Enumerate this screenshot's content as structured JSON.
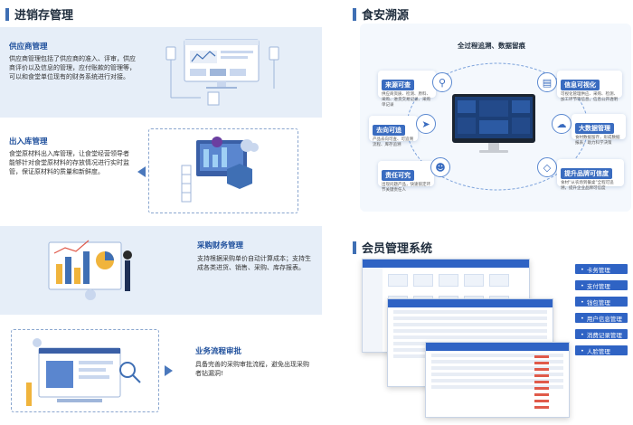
{
  "left_header": {
    "title": "进销存管理"
  },
  "right_header_trace": {
    "title": "食安溯源"
  },
  "right_header_member": {
    "title": "会员管理系统"
  },
  "supplier": {
    "title": "供应商管理",
    "text": "供应商管理包括了供应商的准入、评审，供应商评价以及信息的管理，应付账款的管理等，可以和食堂单位现有的财务系统进行对接。"
  },
  "warehouse": {
    "title": "出入库管理",
    "text": "食堂原材料出入库管理，让食堂经营领导者能够针对食堂原材料的存放情况进行实时监管，保证原材料的质量和新鲜度。"
  },
  "purchase_finance": {
    "title": "采购财务管理",
    "text": "支持根据采购单价自动计算成本；支持生成各类进货、销售、采购、库存报表。"
  },
  "approval": {
    "title": "业务流程审批",
    "text": "具备完善的采购审批流程，避免出现采购者钻漏洞!"
  },
  "trace": {
    "subtitle": "全过程追溯、数据留痕",
    "nodes": [
      {
        "title": "来源可查",
        "desc": "供应商资质、检测、原料、采购、进货交易记录、采购单记录",
        "icon": "search-icon"
      },
      {
        "title": "去向可追",
        "desc": "产品去向可查、可追溯流程、库存追溯",
        "icon": "send-icon"
      },
      {
        "title": "责任可究",
        "desc": "出现问题产品，快速锁定环节关键责任人",
        "icon": "user-icon"
      },
      {
        "title": "信息可视化",
        "desc": "可视化管理供应、采购、检测、加工环节等信息，信息公开透明",
        "icon": "chart-icon"
      },
      {
        "title": "大数据管理",
        "desc": "食材数据留存，形成数据报表，助力科学决策",
        "icon": "cloud-icon"
      },
      {
        "title": "提升品牌可信度",
        "desc": "食材“从农场到餐桌”全程可追溯，提升企业品牌可信度",
        "icon": "diamond-icon"
      }
    ]
  },
  "member": {
    "buttons": [
      "卡务管理",
      "支付管理",
      "钱包管理",
      "用户信息管理",
      "消费记录管理",
      "人脸管理"
    ]
  },
  "colors": {
    "accent": "#3f6fb4",
    "band": "#e6eef8",
    "button": "#2f63c4"
  }
}
